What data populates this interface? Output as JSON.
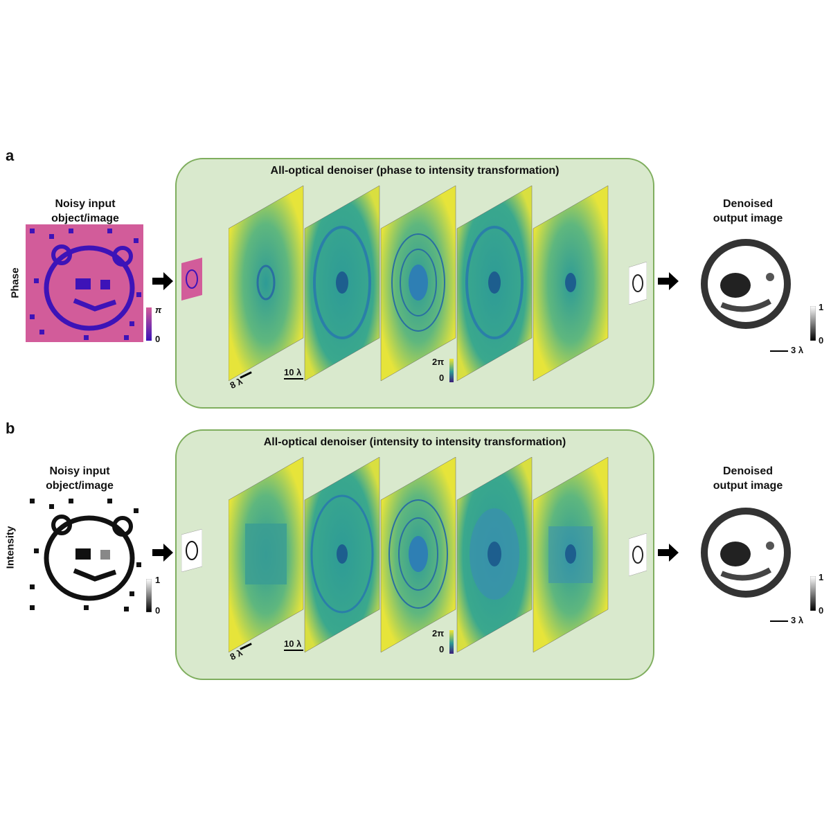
{
  "panels": [
    {
      "letter": "a",
      "row_label": "Phase",
      "input_title_line1": "Noisy input",
      "input_title_line2": "object/image",
      "input_colorbar_max": "π",
      "input_colorbar_min": "0",
      "box_title": "All-optical denoiser (phase to intensity transformation)",
      "scale_8": "8 λ",
      "scale_10": "10 λ",
      "phase_bar_max": "2π",
      "phase_bar_min": "0",
      "output_title_line1": "Denoised",
      "output_title_line2": "output image",
      "output_colorbar_max": "1",
      "output_colorbar_min": "0",
      "output_scale": "3 λ"
    },
    {
      "letter": "b",
      "row_label": "Intensity",
      "input_title_line1": "Noisy input",
      "input_title_line2": "object/image",
      "input_colorbar_max": "1",
      "input_colorbar_min": "0",
      "box_title": "All-optical denoiser (intensity to intensity transformation)",
      "scale_8": "8 λ",
      "scale_10": "10 λ",
      "phase_bar_max": "2π",
      "phase_bar_min": "0",
      "output_title_line1": "Denoised",
      "output_title_line2": "output image",
      "output_colorbar_max": "1",
      "output_colorbar_min": "0",
      "output_scale": "3 λ"
    }
  ],
  "colors": {
    "box_fill": "#d9e9cd",
    "box_border": "#7fae5e",
    "phase_bg": "#d25c9a",
    "phase_object": "#3d13b8",
    "layer_yellow": "#e6e43a",
    "layer_teal": "#2e9b96"
  }
}
